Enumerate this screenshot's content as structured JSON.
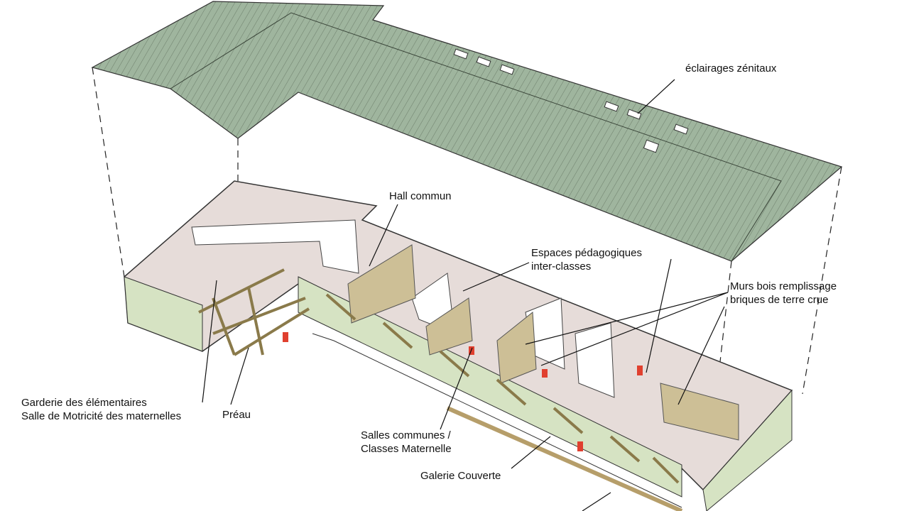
{
  "labels": {
    "skylights": "éclairages zénitaux",
    "hall": "Hall commun",
    "spaces_line1": "Espaces pédagogiques",
    "spaces_line2": "inter-classes",
    "walls_line1": "Murs bois remplissage",
    "walls_line2": "briques de terre crue",
    "garderie_line1": "Garderie des élémentaires",
    "garderie_line2": "Salle de Motricité des maternelles",
    "preau": "Préau",
    "salles_line1": "Salles communes /",
    "salles_line2": "Classes Maternelle",
    "galerie": "Galerie Couverte"
  },
  "colors": {
    "roof": "#9fb59e",
    "wall_green": "#d6e3c3",
    "floor": "#e6dcd9",
    "wood": "#cdbf96",
    "accent_red": "#e0402f"
  }
}
